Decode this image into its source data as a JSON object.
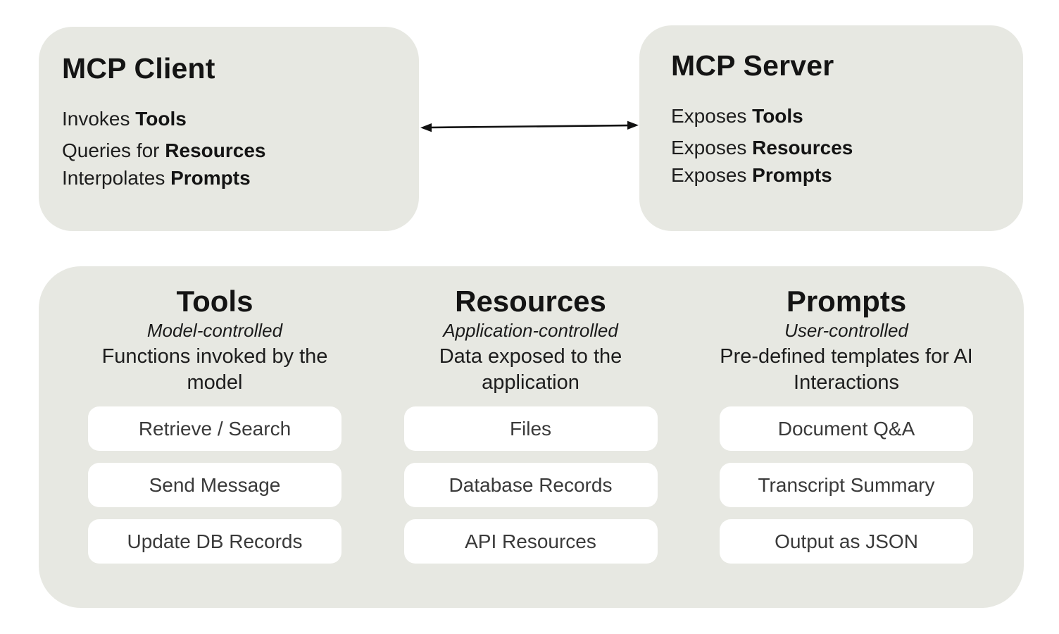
{
  "client": {
    "title": "MCP Client",
    "lines": [
      {
        "prefix": "Invokes ",
        "bold": "Tools"
      },
      {
        "prefix": "Queries for ",
        "bold": "Resources"
      },
      {
        "prefix": "Interpolates ",
        "bold": "Prompts"
      }
    ]
  },
  "server": {
    "title": "MCP Server",
    "lines": [
      {
        "prefix": "Exposes ",
        "bold": "Tools"
      },
      {
        "prefix": "Exposes ",
        "bold": "Resources"
      },
      {
        "prefix": "Exposes ",
        "bold": "Prompts"
      }
    ]
  },
  "arrow": {
    "type": "double-headed",
    "color": "#111111"
  },
  "capabilities": {
    "columns": [
      {
        "title": "Tools",
        "subtitle": "Model-controlled",
        "description": "Functions invoked by the model",
        "items": [
          "Retrieve / Search",
          "Send Message",
          "Update DB Records"
        ]
      },
      {
        "title": "Resources",
        "subtitle": "Application-controlled",
        "description": "Data exposed to the application",
        "items": [
          "Files",
          "Database Records",
          "API Resources"
        ]
      },
      {
        "title": "Prompts",
        "subtitle": "User-controlled",
        "description": "Pre-defined templates for AI Interactions",
        "items": [
          "Document Q&A",
          "Transcript Summary",
          "Output as JSON"
        ]
      }
    ]
  },
  "colors": {
    "box_bg": "#e7e8e2",
    "pill_bg": "#ffffff",
    "heading_text": "#141414",
    "body_text": "#1d1d1d"
  }
}
